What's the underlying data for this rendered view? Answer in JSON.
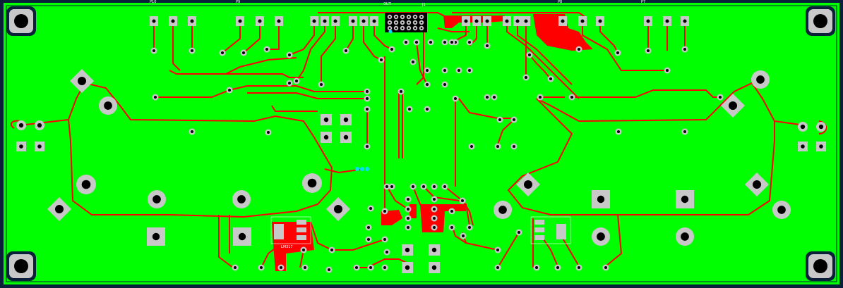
{
  "board": {
    "copper_color": "#00ff00",
    "trace_color": "#ff0000",
    "pad_color": "#c8c8c8",
    "hole_color": "#000000",
    "edge_color": "#0a1f3a",
    "silk_color": "#ffffff",
    "highlight_color": "#00e0ff"
  },
  "icons": {
    "mount_hole": "mount-hole-icon",
    "square_pad": "square-pad-icon",
    "round_pad": "round-pad-icon",
    "diamond_pad": "diamond-pad-icon",
    "via": "via-icon"
  },
  "labels": {
    "connector_top": "OUT",
    "ic_left": "LM317",
    "header_top": "J1",
    "col_1": "P10",
    "col_2": "P9",
    "col_3": "P8",
    "col_4": "P7"
  }
}
